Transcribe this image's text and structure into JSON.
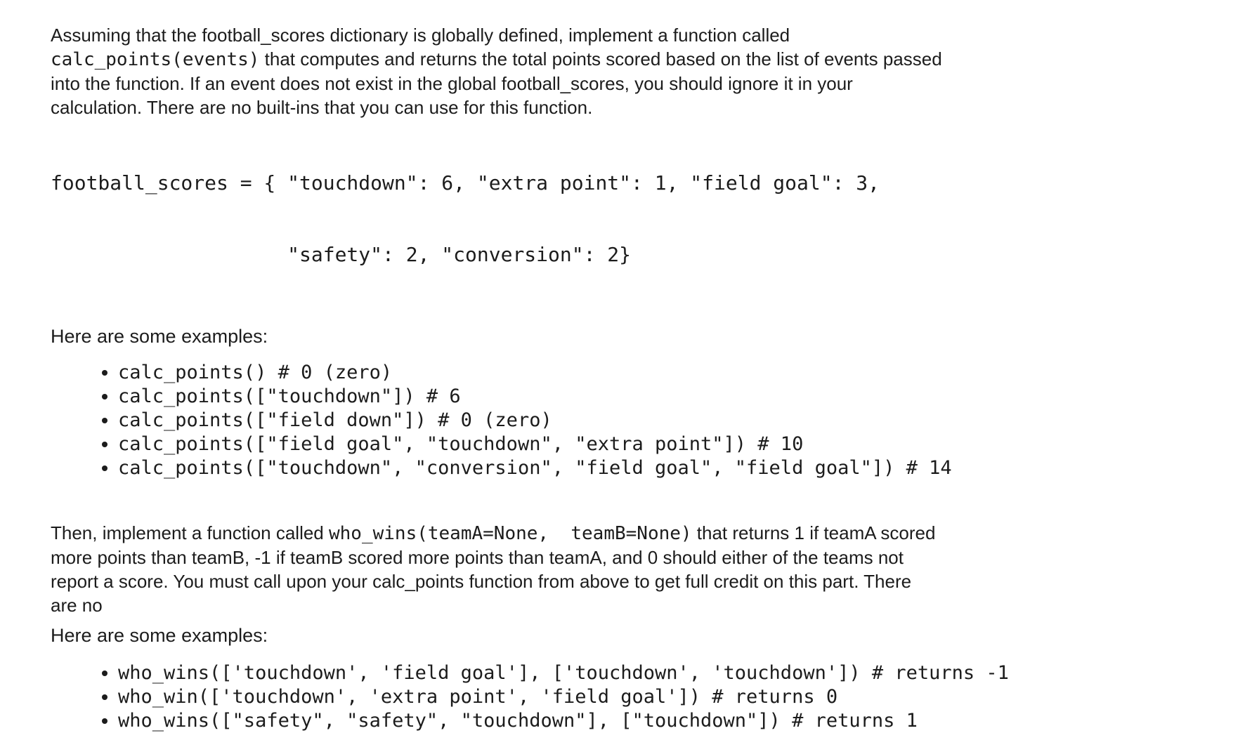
{
  "page": {
    "background": "#ffffff",
    "text_color": "#1c1c1c"
  },
  "intro": {
    "line1": "Assuming that the football_scores dictionary is globally defined, implement a function called",
    "line2_code": "calc_points(events)",
    "line2_text": " that computes and returns the total points scored based on the list of events passed",
    "line3": "into the function. If an event does not exist in the global football_scores, you should ignore it in your",
    "line4": "calculation. There are no built-ins that you can use for this function."
  },
  "code_block": {
    "line1": "football_scores = { \"touchdown\": 6, \"extra point\": 1, \"field goal\": 3,",
    "line2": "                    \"safety\": 2, \"conversion\": 2}"
  },
  "examples1": {
    "heading": "Here are some examples:",
    "items": [
      "calc_points() # 0 (zero)",
      "calc_points([\"touchdown\"]) # 6",
      "calc_points([\"field down\"]) # 0 (zero)",
      "calc_points([\"field goal\", \"touchdown\", \"extra point\"]) # 10",
      "calc_points([\"touchdown\", \"conversion\", \"field goal\", \"field goal\"]) # 14"
    ]
  },
  "part2": {
    "line1_text": "Then, implement a function called ",
    "line1_code": "who_wins(teamA=None,  teamB=None)",
    "line1_rest": " that returns 1 if teamA scored",
    "line2": "more points than teamB, -1 if teamB scored more points than teamA, and 0 should either of the teams not",
    "line3": "report a score. You must call upon your calc_points function from above to get full credit on this part. There",
    "line4": "are no"
  },
  "examples2": {
    "heading": "Here are some examples:",
    "items": [
      "who_wins(['touchdown', 'field goal'], ['touchdown', 'touchdown']) # returns -1",
      "who_win(['touchdown', 'extra point', 'field goal']) # returns 0",
      "who_wins([\"safety\", \"safety\", \"touchdown\"], [\"touchdown\"]) # returns 1"
    ]
  }
}
